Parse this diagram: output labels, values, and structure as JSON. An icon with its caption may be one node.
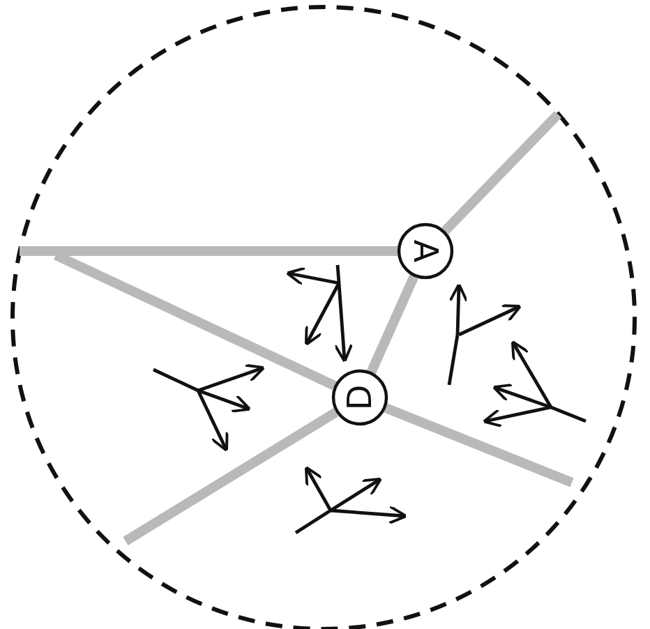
{
  "diagram": {
    "nodes": [
      {
        "text": [],
        "shape": "circle"
      },
      {
        "text": [
          "A"
        ],
        "in": 0
      },
      {
        "text": [
          "D"
        ],
        "in": 0
      }
    ],
    "edges": [
      {
        "from": 2,
        "to": 1,
        "arrow": "none"
      },
      {
        "from": 1,
        "to": null,
        "arrow": "none"
      },
      {
        "from": 1,
        "to": null,
        "arrow": "none"
      },
      {
        "from": 2,
        "to": null,
        "arrow": "none"
      },
      {
        "from": 2,
        "to": null,
        "arrow": "none"
      },
      {
        "from": 2,
        "to": null,
        "arrow": "none"
      }
    ]
  }
}
